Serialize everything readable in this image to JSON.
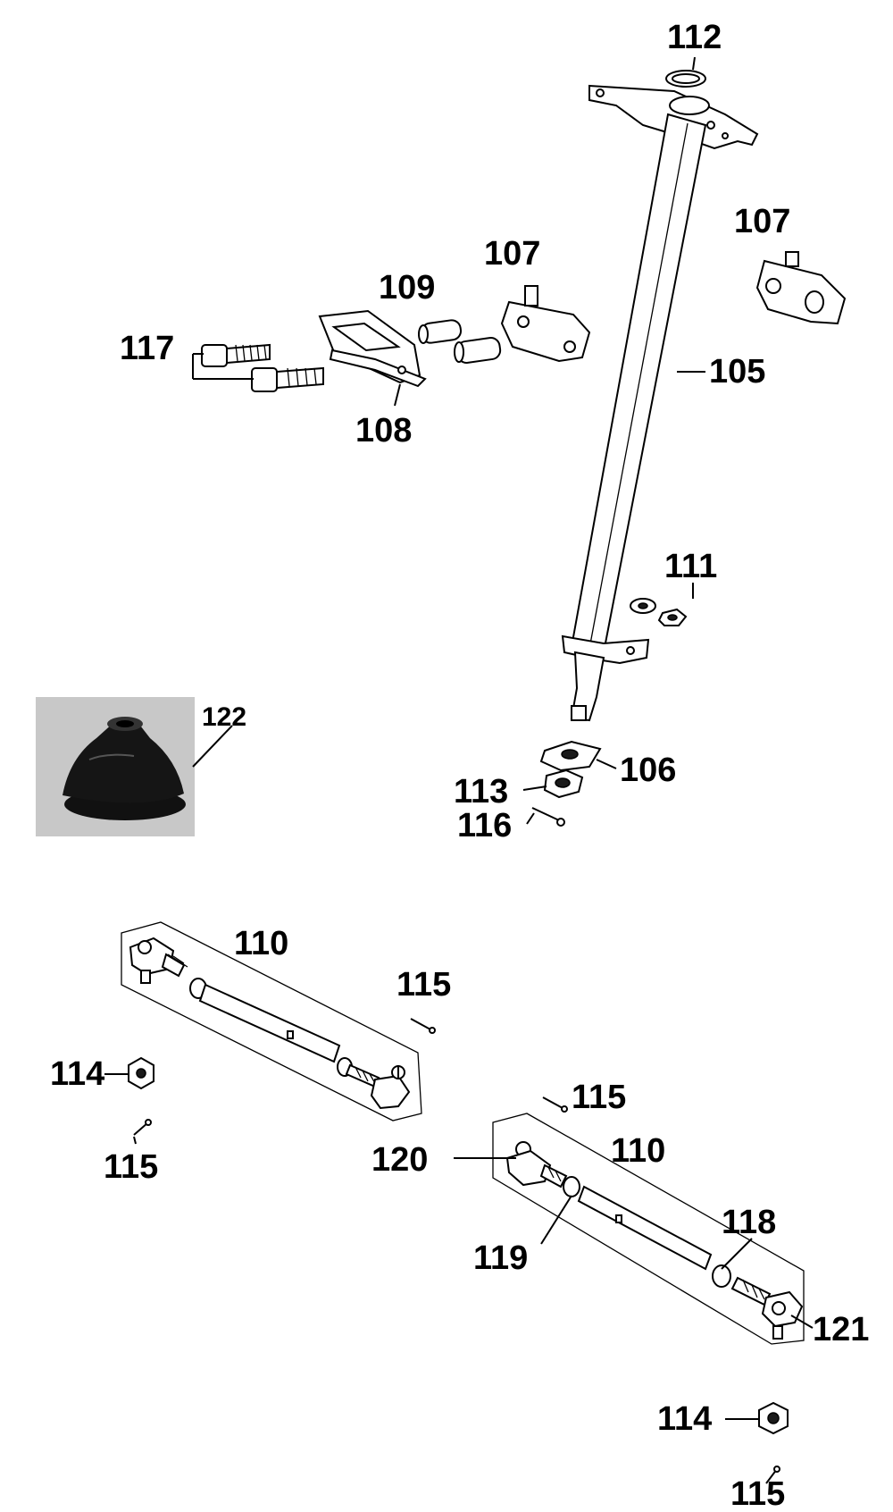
{
  "labels": {
    "p105": "105",
    "p106": "106",
    "p107a": "107",
    "p107b": "107",
    "p108": "108",
    "p109": "109",
    "p110a": "110",
    "p110b": "110",
    "p111": "111",
    "p112": "112",
    "p113": "113",
    "p114a": "114",
    "p114b": "114",
    "p115a": "115",
    "p115b": "115",
    "p115c": "115",
    "p115d": "115",
    "p116": "116",
    "p117": "117",
    "p118": "118",
    "p119": "119",
    "p120": "120",
    "p121": "121",
    "p122": "122"
  }
}
